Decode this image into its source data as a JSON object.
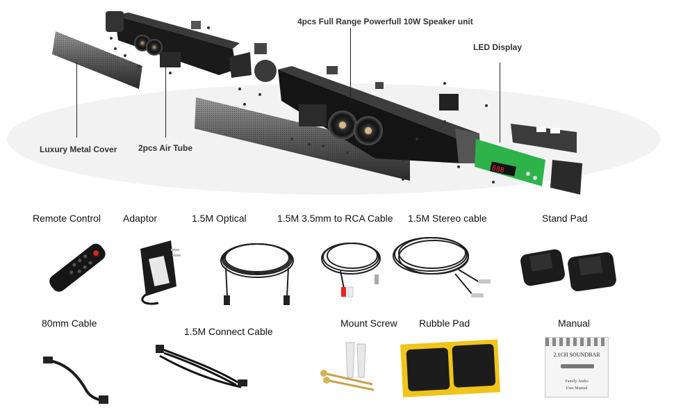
{
  "callouts": {
    "speaker_unit": "4pcs Full Range Powerfull 10W Speaker unit",
    "led_display": "LED Display",
    "metal_cover": "Luxury Metal Cover",
    "air_tube": "2pcs Air Tube"
  },
  "accessories": {
    "remote_control": "Remote Control",
    "adaptor": "Adaptor",
    "optical": "1.5M  Optical",
    "rca_cable": "1.5M 3.5mm to RCA Cable",
    "stereo_cable": "1.5M Stereo  cable",
    "stand_pad": "Stand Pad",
    "cable_80mm": "80mm Cable",
    "connect_cable": "1.5M Connect  Cable",
    "mount_screw": "Mount Screw",
    "rubble_pad": "Rubble Pad",
    "manual": "Manual"
  },
  "manual_cover": {
    "title": "2.1CH SOUNDBAR",
    "subtitle": "Family Audio",
    "footer": "User Manual"
  },
  "colors": {
    "housing": "#1a1a1a",
    "pcb": "#2db34a",
    "led_digits": "#ff2a2a",
    "foam": "#1c1c1c",
    "pad_backing": "#f0c419"
  }
}
